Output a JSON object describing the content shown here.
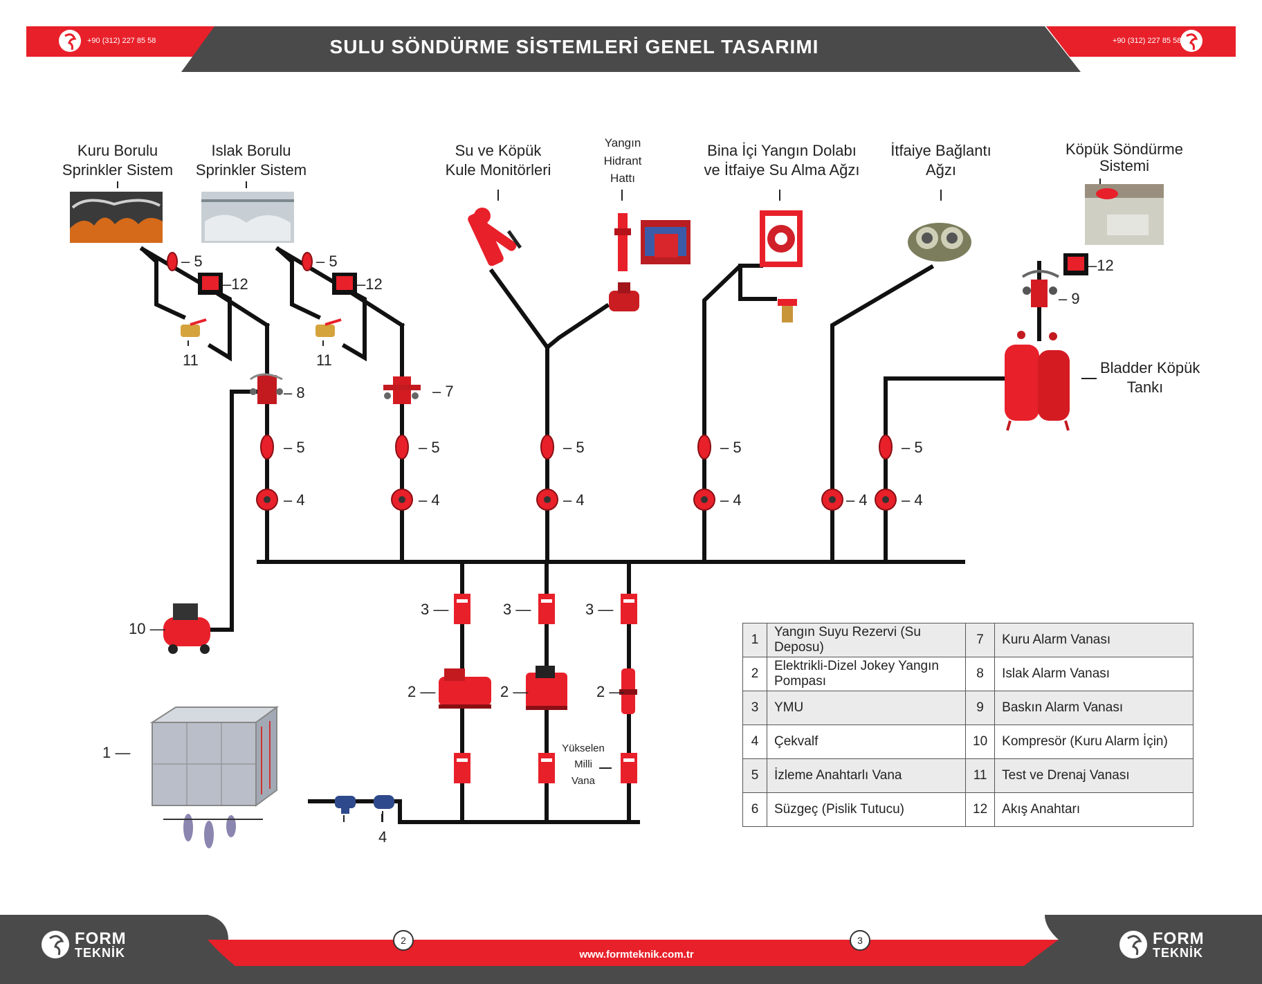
{
  "header": {
    "title": "SULU SÖNDÜRME SİSTEMLERİ GENEL TASARIMI",
    "phone_left": "+90 (312) 227 85 58",
    "phone_right": "+90 (312) 227 85 58"
  },
  "systems": {
    "dry_sprinkler": [
      "Kuru Borulu",
      "Sprinkler Sistem"
    ],
    "wet_sprinkler": [
      "Islak Borulu",
      "Sprinkler Sistem"
    ],
    "monitor": [
      "Su ve Köpük",
      "Kule Monitörleri"
    ],
    "hydrant": [
      "Yangın",
      "Hidrant",
      "Hattı"
    ],
    "cabinet": [
      "Bina İçi Yangın Dolabı",
      "ve İtfaiye Su Alma Ağzı"
    ],
    "fire_dept": [
      "İtfaiye Bağlantı",
      "Ağzı"
    ],
    "foam": [
      "Köpük Söndürme",
      "Sistemi"
    ],
    "bladder": [
      "Bladder Köpük",
      "Tankı"
    ],
    "riser": [
      "Yükselen",
      "Milli",
      "Vana"
    ]
  },
  "legend": [
    {
      "n1": "1",
      "t1": "Yangın Suyu Rezervi (Su Deposu)",
      "n2": "7",
      "t2": "Kuru Alarm Vanası"
    },
    {
      "n1": "2",
      "t1": "Elektrikli-Dizel Jokey Yangın Pompası",
      "n2": "8",
      "t2": "Islak Alarm Vanası"
    },
    {
      "n1": "3",
      "t1": "YMU",
      "n2": "9",
      "t2": "Baskın Alarm Vanası"
    },
    {
      "n1": "4",
      "t1": "Çekvalf",
      "n2": "10",
      "t2": "Kompresör (Kuru Alarm İçin)"
    },
    {
      "n1": "5",
      "t1": "İzleme Anahtarlı Vana",
      "n2": "11",
      "t2": "Test ve Drenaj Vanası"
    },
    {
      "n1": "6",
      "t1": "Süzgeç (Pislik Tutucu)",
      "n2": "12",
      "t2": "Akış Anahtarı"
    }
  ],
  "footer": {
    "brand_top": "FORM",
    "brand_bottom": "TEKNİK",
    "url": "www.formteknik.com.tr",
    "page_left": "2",
    "page_right": "3"
  },
  "colors": {
    "red": "#e8202a",
    "dark": "#4a4a4a",
    "pipe": "#111111"
  }
}
